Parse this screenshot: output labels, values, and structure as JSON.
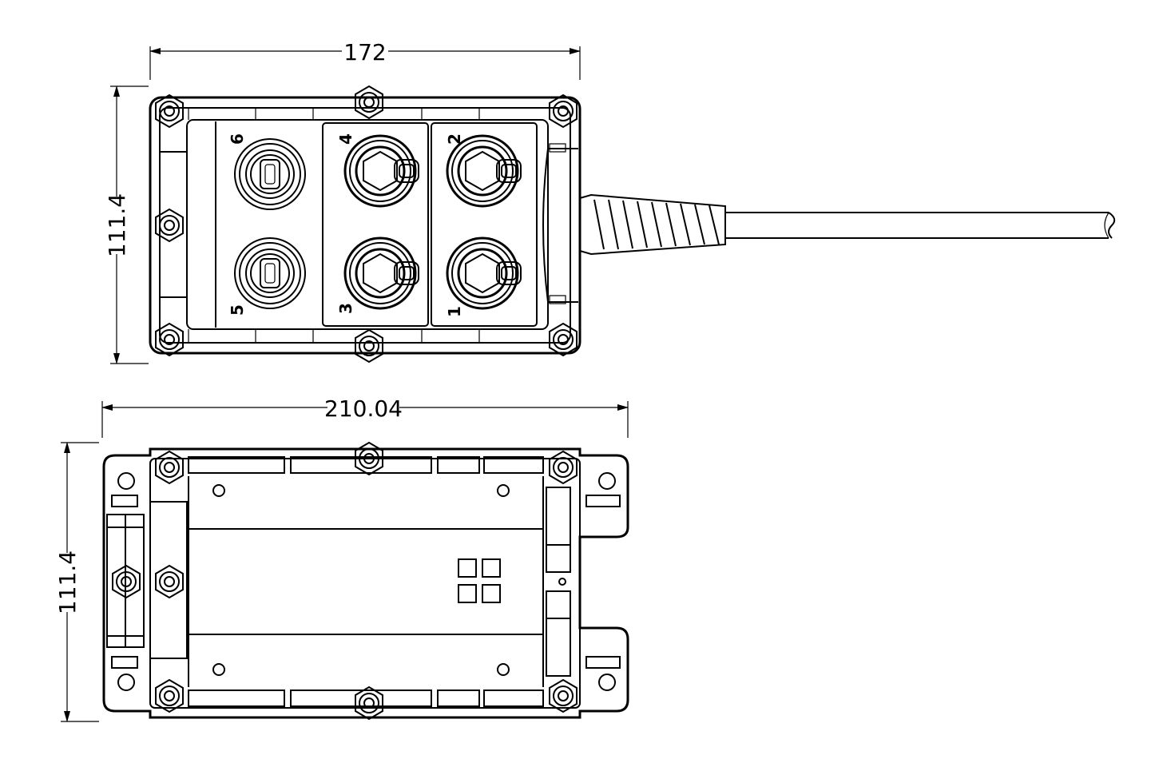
{
  "top_view": {
    "width_dim": "172",
    "height_dim": "111.4",
    "port_labels": [
      "1",
      "2",
      "3",
      "4",
      "5",
      "6"
    ]
  },
  "bottom_view": {
    "width_dim": "210.04",
    "height_dim": "111.4"
  }
}
